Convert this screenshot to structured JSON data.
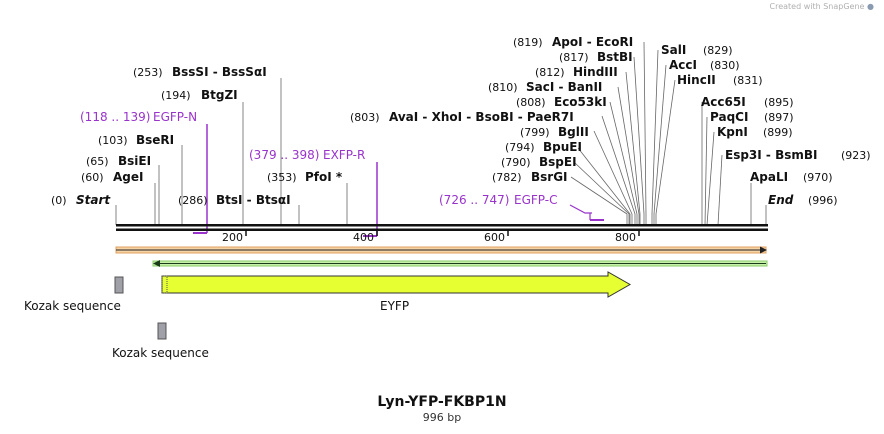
{
  "credit": "Created with SnapGene",
  "title": "Lyn-YFP-FKBP1N",
  "length_label": "996 bp",
  "axis_ticks": [
    "200",
    "400",
    "600",
    "800"
  ],
  "features": {
    "eyfp": "EYFP",
    "kozak_1": "Kozak sequence",
    "kozak_2": "Kozak sequence"
  },
  "labels": {
    "start_pos": "(0)",
    "start": "Start",
    "end": "End",
    "end_pos": "(996)",
    "ageI_pos": "(60)",
    "ageI": "AgeI",
    "bsieI_pos": "(65)",
    "bsieI": "BsiEI",
    "bseri_pos": "(103)",
    "bseri": "BseRI",
    "egfpn_range": "(118 .. 139)",
    "egfpn": "EGFP-N",
    "btgzi_pos": "(194)",
    "btgzi": "BtgZI",
    "bsssi_pos": "(253)",
    "bsssi": "BssSI  - BssSαI",
    "btsi_pos": "(286)",
    "btsi": "BtsI  - BtsαI",
    "pfoi_pos": "(353)",
    "pfoi": "PfoI *",
    "exfpr_range": "(379 .. 398)",
    "exfpr": "EXFP-R",
    "egfpc_range": "(726 .. 747)",
    "egfpc": "EGFP-C",
    "bsrgi_pos": "(782)",
    "bsrgi": "BsrGI",
    "bspei_pos": "(790)",
    "bspei": "BspEI",
    "bpuei_pos": "(794)",
    "bpuei": "BpuEI",
    "bglii_pos": "(799)",
    "bglii": "BglII",
    "avai_pos": "(803)",
    "avai": "AvaI  - XhoI  - BsoBI  - PaeR7I",
    "eco53ki_pos": "(808)",
    "eco53ki": "Eco53kI",
    "saci_pos": "(810)",
    "saci": "SacI  - BanII",
    "hindiii_pos": "(812)",
    "hindiii": "HindIII",
    "bstbi_pos": "(817)",
    "bstbi": "BstBI",
    "apoi_pos": "(819)",
    "apoi": "ApoI  - EcoRI",
    "sali": "SalI",
    "sali_pos": "(829)",
    "acci": "AccI",
    "acci_pos": "(830)",
    "hincii": "HincII",
    "hincii_pos": "(831)",
    "acc65i": "Acc65I",
    "acc65i_pos": "(895)",
    "paqci": "PaqCI",
    "paqci_pos": "(897)",
    "kpni": "KpnI",
    "kpni_pos": "(899)",
    "esp3i": "Esp3I  - BsmBI",
    "esp3i_pos": "(923)",
    "apali": "ApaLI",
    "apali_pos": "(970)"
  }
}
